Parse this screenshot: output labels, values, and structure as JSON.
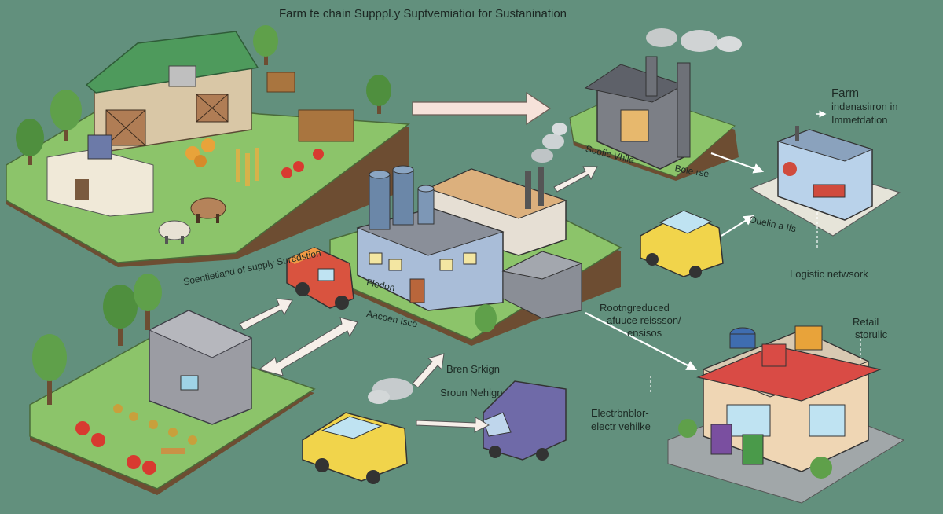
{
  "title": "Farm te chain Supppl.y Suptvemiatioı for Sustanination",
  "labels": {
    "farm_region": "Soentietiand of supply Suredstion",
    "factory_south": "Fledon",
    "factory_access": "Aacoen Isco",
    "processing": "Soofic Vhile",
    "processing_side": "Bole rse",
    "farm_header": "Farm",
    "farm_line1": "indenasiıron in",
    "farm_line2": "Immetdation",
    "outlet": "Ouelin a Ifs",
    "logistic": "Logistic netwsork",
    "reduced_l1": "Rootngreduced",
    "reduced_l2": "afuuce reissson/",
    "reduced_l3": "ensisos",
    "retail_l1": "Retail",
    "retail_l2": "storulic",
    "bren": "Bren Srkign",
    "sroun": "Sroun Nehign",
    "electric_l1": "Electrbnblor-",
    "electric_l2": "electr vehilke"
  },
  "colors": {
    "background": "#62907d",
    "grass": "#8cc46a",
    "barn_roof": "#4e9a5c",
    "factory_wall": "#a9bdd8",
    "truck_red": "#d9533f",
    "truck_yellow": "#f1d44b",
    "van_purple": "#6f6aa8",
    "awning_red": "#d94b45",
    "arrow": "#f6e7e0"
  },
  "icons": [
    "barn-icon",
    "tree-icon",
    "cow-icon",
    "factory-icon",
    "smokestack-icon",
    "truck-icon",
    "van-icon",
    "store-icon",
    "recycle-bin-icon",
    "arrow-icon"
  ]
}
